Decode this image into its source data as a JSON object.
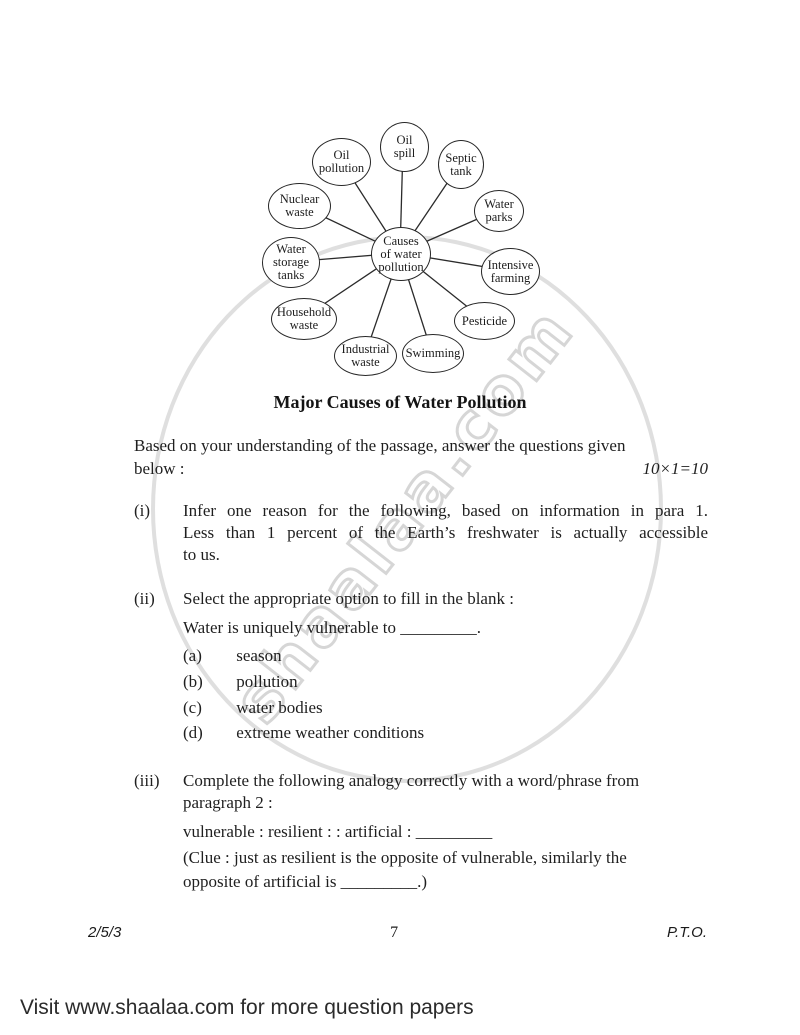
{
  "watermark": {
    "text": "shaalaa.com"
  },
  "diagram": {
    "caption": "Major Causes of Water Pollution",
    "center_label": "Causes\nof water\npollution",
    "nodes": [
      {
        "label": "Oil\npollution"
      },
      {
        "label": "Oil\nspill"
      },
      {
        "label": "Septic\ntank"
      },
      {
        "label": "Nuclear\nwaste"
      },
      {
        "label": "Water\nparks"
      },
      {
        "label": "Water\nstorage\ntanks"
      },
      {
        "label": "Intensive\nfarming"
      },
      {
        "label": "Household\nwaste"
      },
      {
        "label": "Pesticide"
      },
      {
        "label": "Industrial\nwaste"
      },
      {
        "label": "Swimming"
      }
    ]
  },
  "intro": {
    "line1": "Based on your understanding of the passage, answer the questions given",
    "line2": "below :",
    "marks": "10×1=10"
  },
  "questions": [
    {
      "num": "(i)",
      "lines": [
        "Infer one reason for the following, based on information in para 1.",
        "Less than 1 percent of the Earth’s freshwater is actually accessible",
        "to us."
      ]
    },
    {
      "num": "(ii)",
      "lines": [
        "Select the appropriate option to fill in the blank :",
        "Water is uniquely vulnerable to _________."
      ],
      "options": [
        {
          "letter": "(a)",
          "text": "season"
        },
        {
          "letter": "(b)",
          "text": "pollution"
        },
        {
          "letter": "(c)",
          "text": "water bodies"
        },
        {
          "letter": "(d)",
          "text": "extreme weather conditions"
        }
      ]
    },
    {
      "num": "(iii)",
      "lines": [
        "Complete the following analogy correctly with a word/phrase from",
        "paragraph 2 :",
        "vulnerable : resilient : : artificial : _________",
        "(Clue : just as resilient is the opposite of vulnerable, similarly the",
        "opposite of artificial is _________.)"
      ]
    }
  ],
  "footer": {
    "paper_code": "2/5/3",
    "page_number": "7",
    "pto": "P.T.O."
  },
  "bottom_caption": "Visit www.shaalaa.com for more question papers"
}
